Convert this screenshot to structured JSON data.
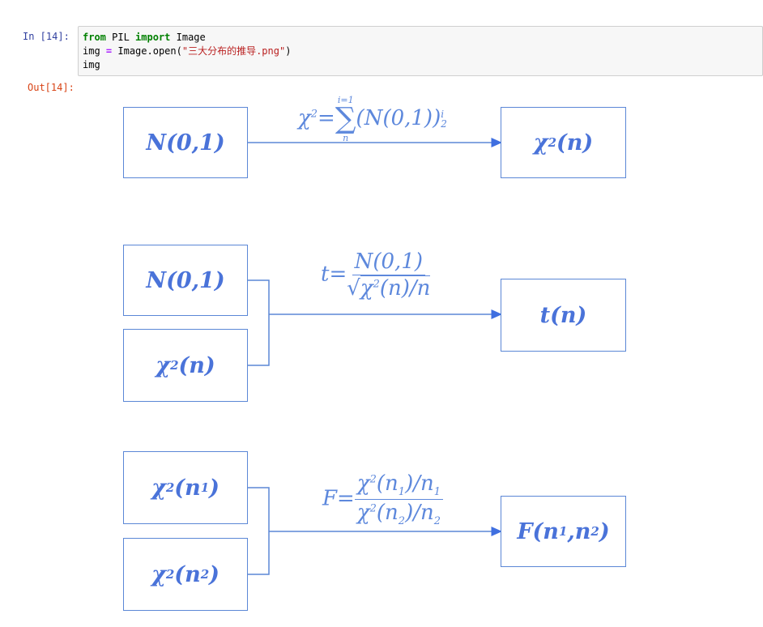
{
  "cell": {
    "in_prompt": "In  [14]:",
    "out_prompt": "Out[14]:",
    "code": {
      "l1_kw1": "from",
      "l1_mod": " PIL ",
      "l1_kw2": "import",
      "l1_name": " Image",
      "l2_a": "img ",
      "l2_op": "=",
      "l2_b": " Image.open(",
      "l2_str": "\"三大分布的推导.png\"",
      "l2_c": ")",
      "l3": "img"
    }
  },
  "diagram": {
    "row1": {
      "source": "N(0,1)",
      "formula_lhs": "χ",
      "formula_sum_upper": "i=1",
      "formula_sum_lower": "n",
      "formula_body": "(N(0,1))",
      "formula_body_sup": "i",
      "formula_body_sub": "2",
      "target_base": "χ",
      "target_arg": "(n)"
    },
    "row2": {
      "source_top": "N(0,1)",
      "source_bottom_base": "χ",
      "source_bottom_arg": "(n)",
      "formula_lhs": "t=",
      "formula_num": "N(0,1)",
      "formula_den_base": "χ",
      "formula_den_rest": "(n)/n",
      "target": "t(n)"
    },
    "row3": {
      "source_top_base": "χ",
      "source_top_arg": "n",
      "source_top_sub": "1",
      "source_bottom_base": "χ",
      "source_bottom_arg": "n",
      "source_bottom_sub": "2",
      "formula_lhs": "F=",
      "formula_num_base": "χ",
      "formula_num_arg": "n",
      "formula_num_sub": "1",
      "formula_num_div": "n",
      "formula_den_base": "χ",
      "formula_den_arg": "n",
      "formula_den_sub": "2",
      "formula_den_div": "n",
      "target_base": "F",
      "target_arg1": "n",
      "target_sub1": "1",
      "target_arg2": "n",
      "target_sub2": "2"
    },
    "colors": {
      "box_border": "#5b87d6",
      "line": "#5b87d6",
      "text": "#4a73d9"
    }
  }
}
